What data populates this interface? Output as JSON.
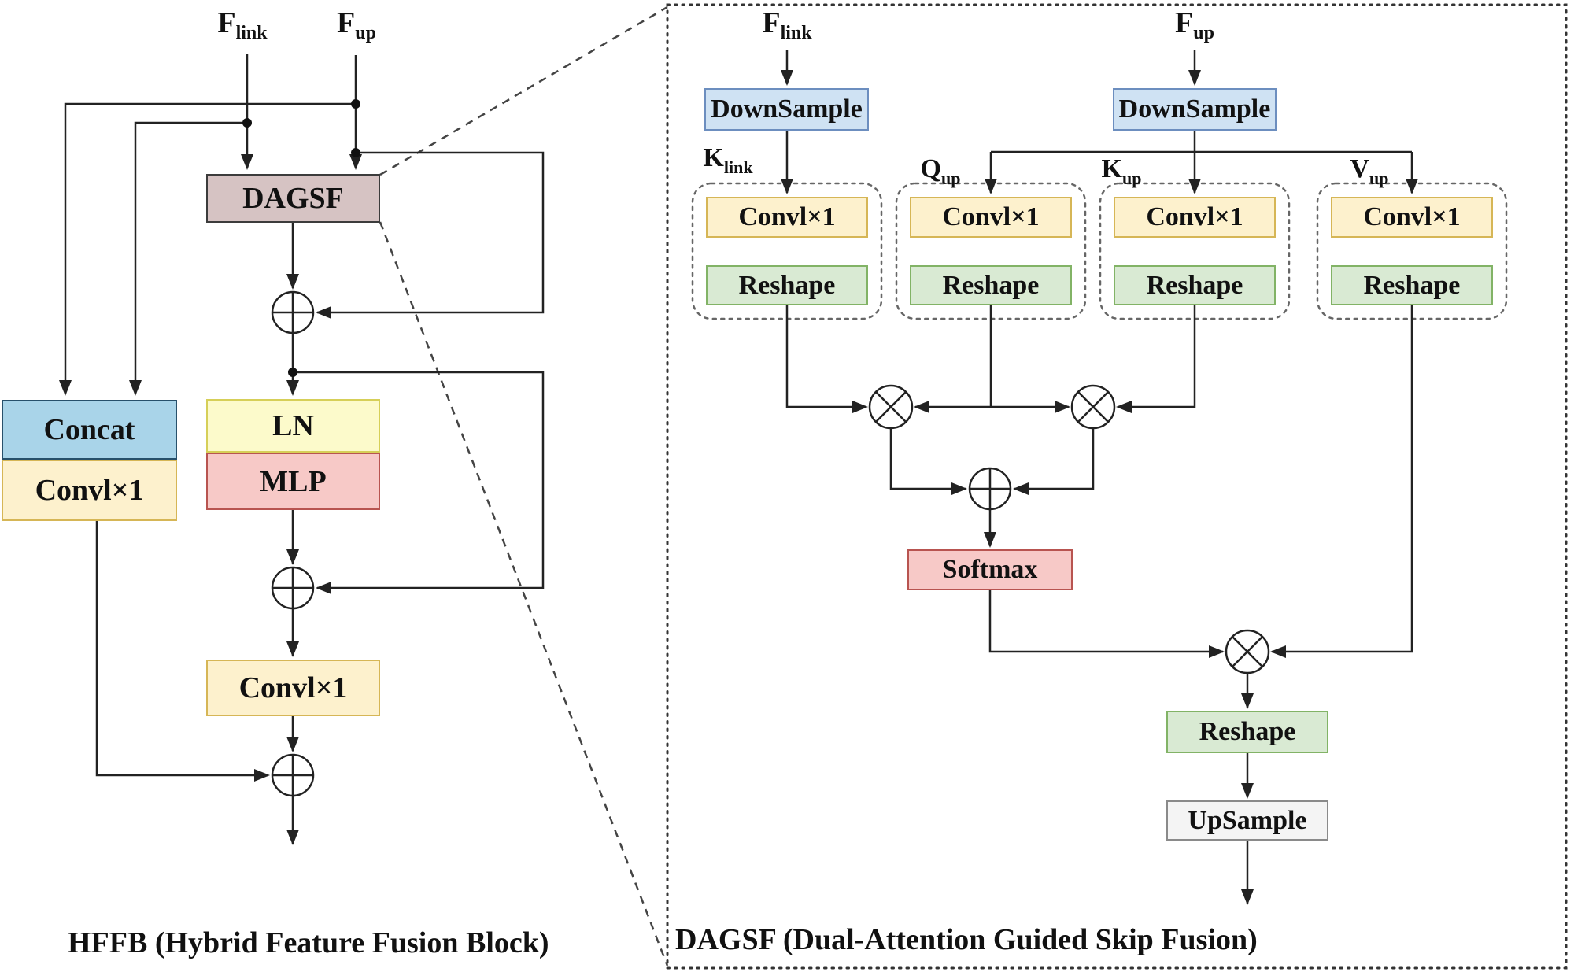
{
  "figure": {
    "left_panel": {
      "caption": "HFFB (Hybrid Feature Fusion Block)",
      "input_link": {
        "base": "F",
        "sub": "link"
      },
      "input_up": {
        "base": "F",
        "sub": "up"
      },
      "nodes": {
        "dagsf": "DAGSF",
        "concat": "Concat",
        "conv_after_concat": "Convl×1",
        "ln": "LN",
        "mlp": "MLP",
        "conv_out": "Convl×1"
      }
    },
    "right_panel": {
      "caption": "DAGSF (Dual-Attention Guided Skip Fusion)",
      "input_link": {
        "base": "F",
        "sub": "link"
      },
      "input_up": {
        "base": "F",
        "sub": "up"
      },
      "branch_labels": {
        "k_link": {
          "base": "K",
          "sub": "link"
        },
        "q_up": {
          "base": "Q",
          "sub": "up"
        },
        "k_up": {
          "base": "K",
          "sub": "up"
        },
        "v_up": {
          "base": "V",
          "sub": "up"
        }
      },
      "nodes": {
        "downsample_link": "DownSample",
        "downsample_up": "DownSample",
        "conv_k_link": "Convl×1",
        "reshape_k_link": "Reshape",
        "conv_q_up": "Convl×1",
        "reshape_q_up": "Reshape",
        "conv_k_up": "Convl×1",
        "reshape_k_up": "Reshape",
        "conv_v_up": "Convl×1",
        "reshape_v_up": "Reshape",
        "softmax": "Softmax",
        "reshape_out": "Reshape",
        "upsample": "UpSample"
      },
      "operators": {
        "multiply": "⊗",
        "add": "⊕"
      }
    },
    "colors": {
      "dagsf_fill": "#d6c3c3",
      "concat_blue_fill": "#a9d4e9",
      "downsample_blue_fill": "#cfe2f3",
      "downsample_blue_border": "#6c8ebf",
      "conv_cream_fill": "#fdf1cd",
      "conv_cream_border": "#d6b656",
      "ln_yellow_fill": "#fcfacb",
      "mlp_pink_fill": "#f7c9c7",
      "softmax_pink_border": "#b85450",
      "reshape_green_fill": "#d9ead3",
      "reshape_green_border": "#82b366",
      "upsample_gray_fill": "#f4f4f4",
      "line_color": "#222222"
    }
  }
}
